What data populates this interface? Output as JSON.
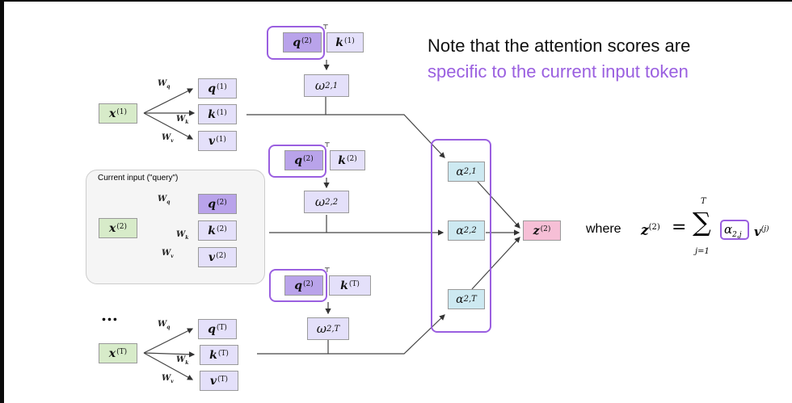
{
  "note": {
    "line1": "Note that the attention scores are",
    "line2": "specific to the current input token",
    "accent": "#9a5fe0"
  },
  "current_input_label": "Current input (\"query\")",
  "ellipsis": "...",
  "rows": [
    {
      "x": "x",
      "xs": "(1)",
      "q": "q",
      "qs": "(1)",
      "k": "k",
      "ks": "(1)",
      "v": "v",
      "vs": "(1)"
    },
    {
      "x": "x",
      "xs": "(2)",
      "q": "q",
      "qs": "(2)",
      "k": "k",
      "ks": "(2)",
      "v": "v",
      "vs": "(2)"
    },
    {
      "x": "x",
      "xs": "(T)",
      "q": "q",
      "qs": "(T)",
      "k": "k",
      "ks": "(T)",
      "v": "v",
      "vs": "(T)"
    }
  ],
  "weights": {
    "wq": "W",
    "wq_sub": "q",
    "wk": "W",
    "wk_sub": "k",
    "wv": "W",
    "wv_sub": "v"
  },
  "dots": [
    {
      "q": "q",
      "qs": "(2)",
      "t": "⊤",
      "k": "k",
      "ks": "(1)",
      "omega": "ω",
      "os": "2,1"
    },
    {
      "q": "q",
      "qs": "(2)",
      "t": "⊤",
      "k": "k",
      "ks": "(2)",
      "omega": "ω",
      "os": "2,2"
    },
    {
      "q": "q",
      "qs": "(2)",
      "t": "⊤",
      "k": "k",
      "ks": "(T)",
      "omega": "ω",
      "os": "2,T"
    }
  ],
  "alphas": [
    {
      "a": "α",
      "s": "2,1"
    },
    {
      "a": "α",
      "s": "2,2"
    },
    {
      "a": "α",
      "s": "2,T"
    }
  ],
  "z": {
    "z": "z",
    "s": "(2)"
  },
  "formula": {
    "where": "where",
    "lhs": "z",
    "lhs_sup": "(2)",
    "eq": "=",
    "sum": "∑",
    "upper": "T",
    "lower": "j=1",
    "alpha": "α",
    "alpha_sub": "2,j",
    "v": "v",
    "v_sup": "(j)"
  }
}
